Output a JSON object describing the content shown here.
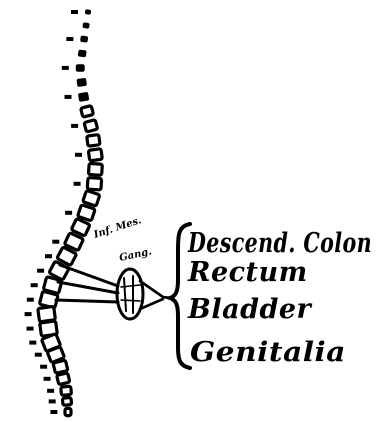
{
  "ganglion_label": {
    "line1": "Inf. Mes.",
    "line2": "Gang."
  },
  "organs": [
    "Descend. Colon",
    "Rectum",
    "Bladder",
    "Genitalia"
  ]
}
